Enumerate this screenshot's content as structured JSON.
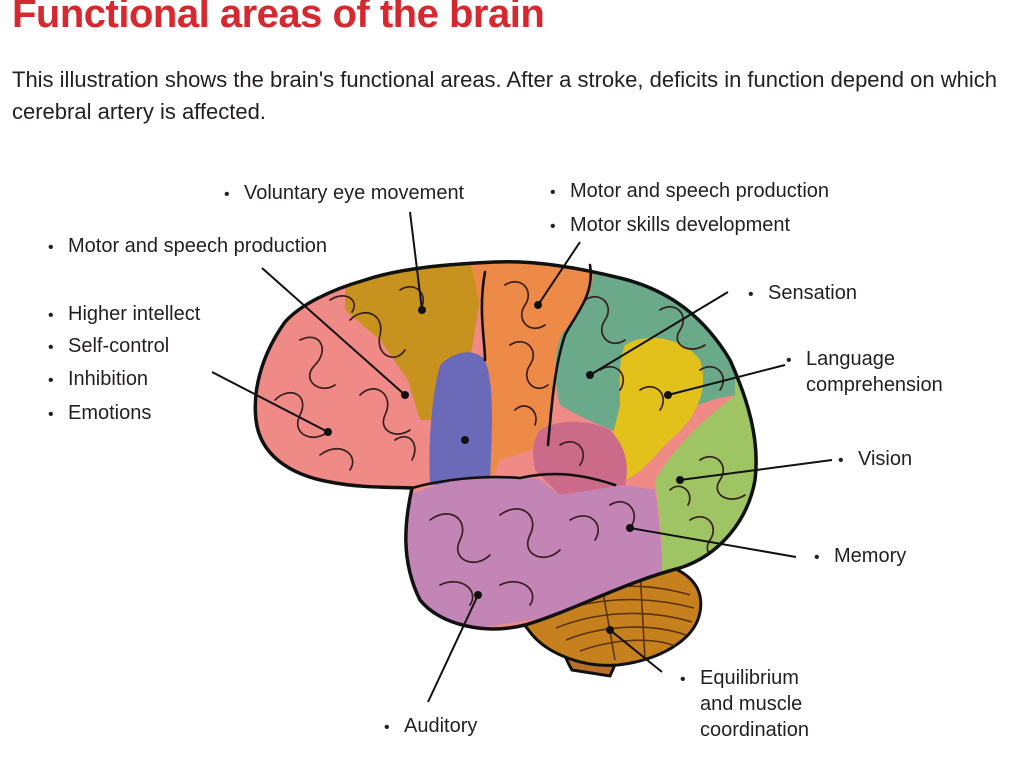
{
  "heading": "Functional areas of the brain",
  "intro": "This illustration shows the brain's functional areas. After a stroke, deficits in function depend on which cerebral artery is affected.",
  "bullet": "•",
  "labels": {
    "voluntary_eye": "Voluntary eye movement",
    "motor_speech_top": "Motor and speech production",
    "motor_skills": "Motor skills development",
    "motor_speech_left": "Motor and speech production",
    "higher_intellect": "Higher intellect",
    "self_control": "Self-control",
    "inhibition": "Inhibition",
    "emotions": "Emotions",
    "sensation": "Sensation",
    "language_1": "Language",
    "language_2": "comprehension",
    "vision": "Vision",
    "memory": "Memory",
    "equilibrium_1": "Equilibrium",
    "equilibrium_2": "and muscle",
    "equilibrium_3": "coordination",
    "auditory": "Auditory"
  },
  "colors": {
    "title": "#d7282f",
    "frontal": "#f08a86",
    "frontal_eye": "#c8921e",
    "motor_strip": "#6a6ab8",
    "motor": "#ee8a48",
    "parietal": "#6aa98a",
    "language": "#e2c21a",
    "occipital": "#9fc464",
    "memory": "#cc6a8a",
    "temporal": "#c285b6",
    "cerebellum": "#c7801e",
    "brainstem": "#b96f2a"
  }
}
